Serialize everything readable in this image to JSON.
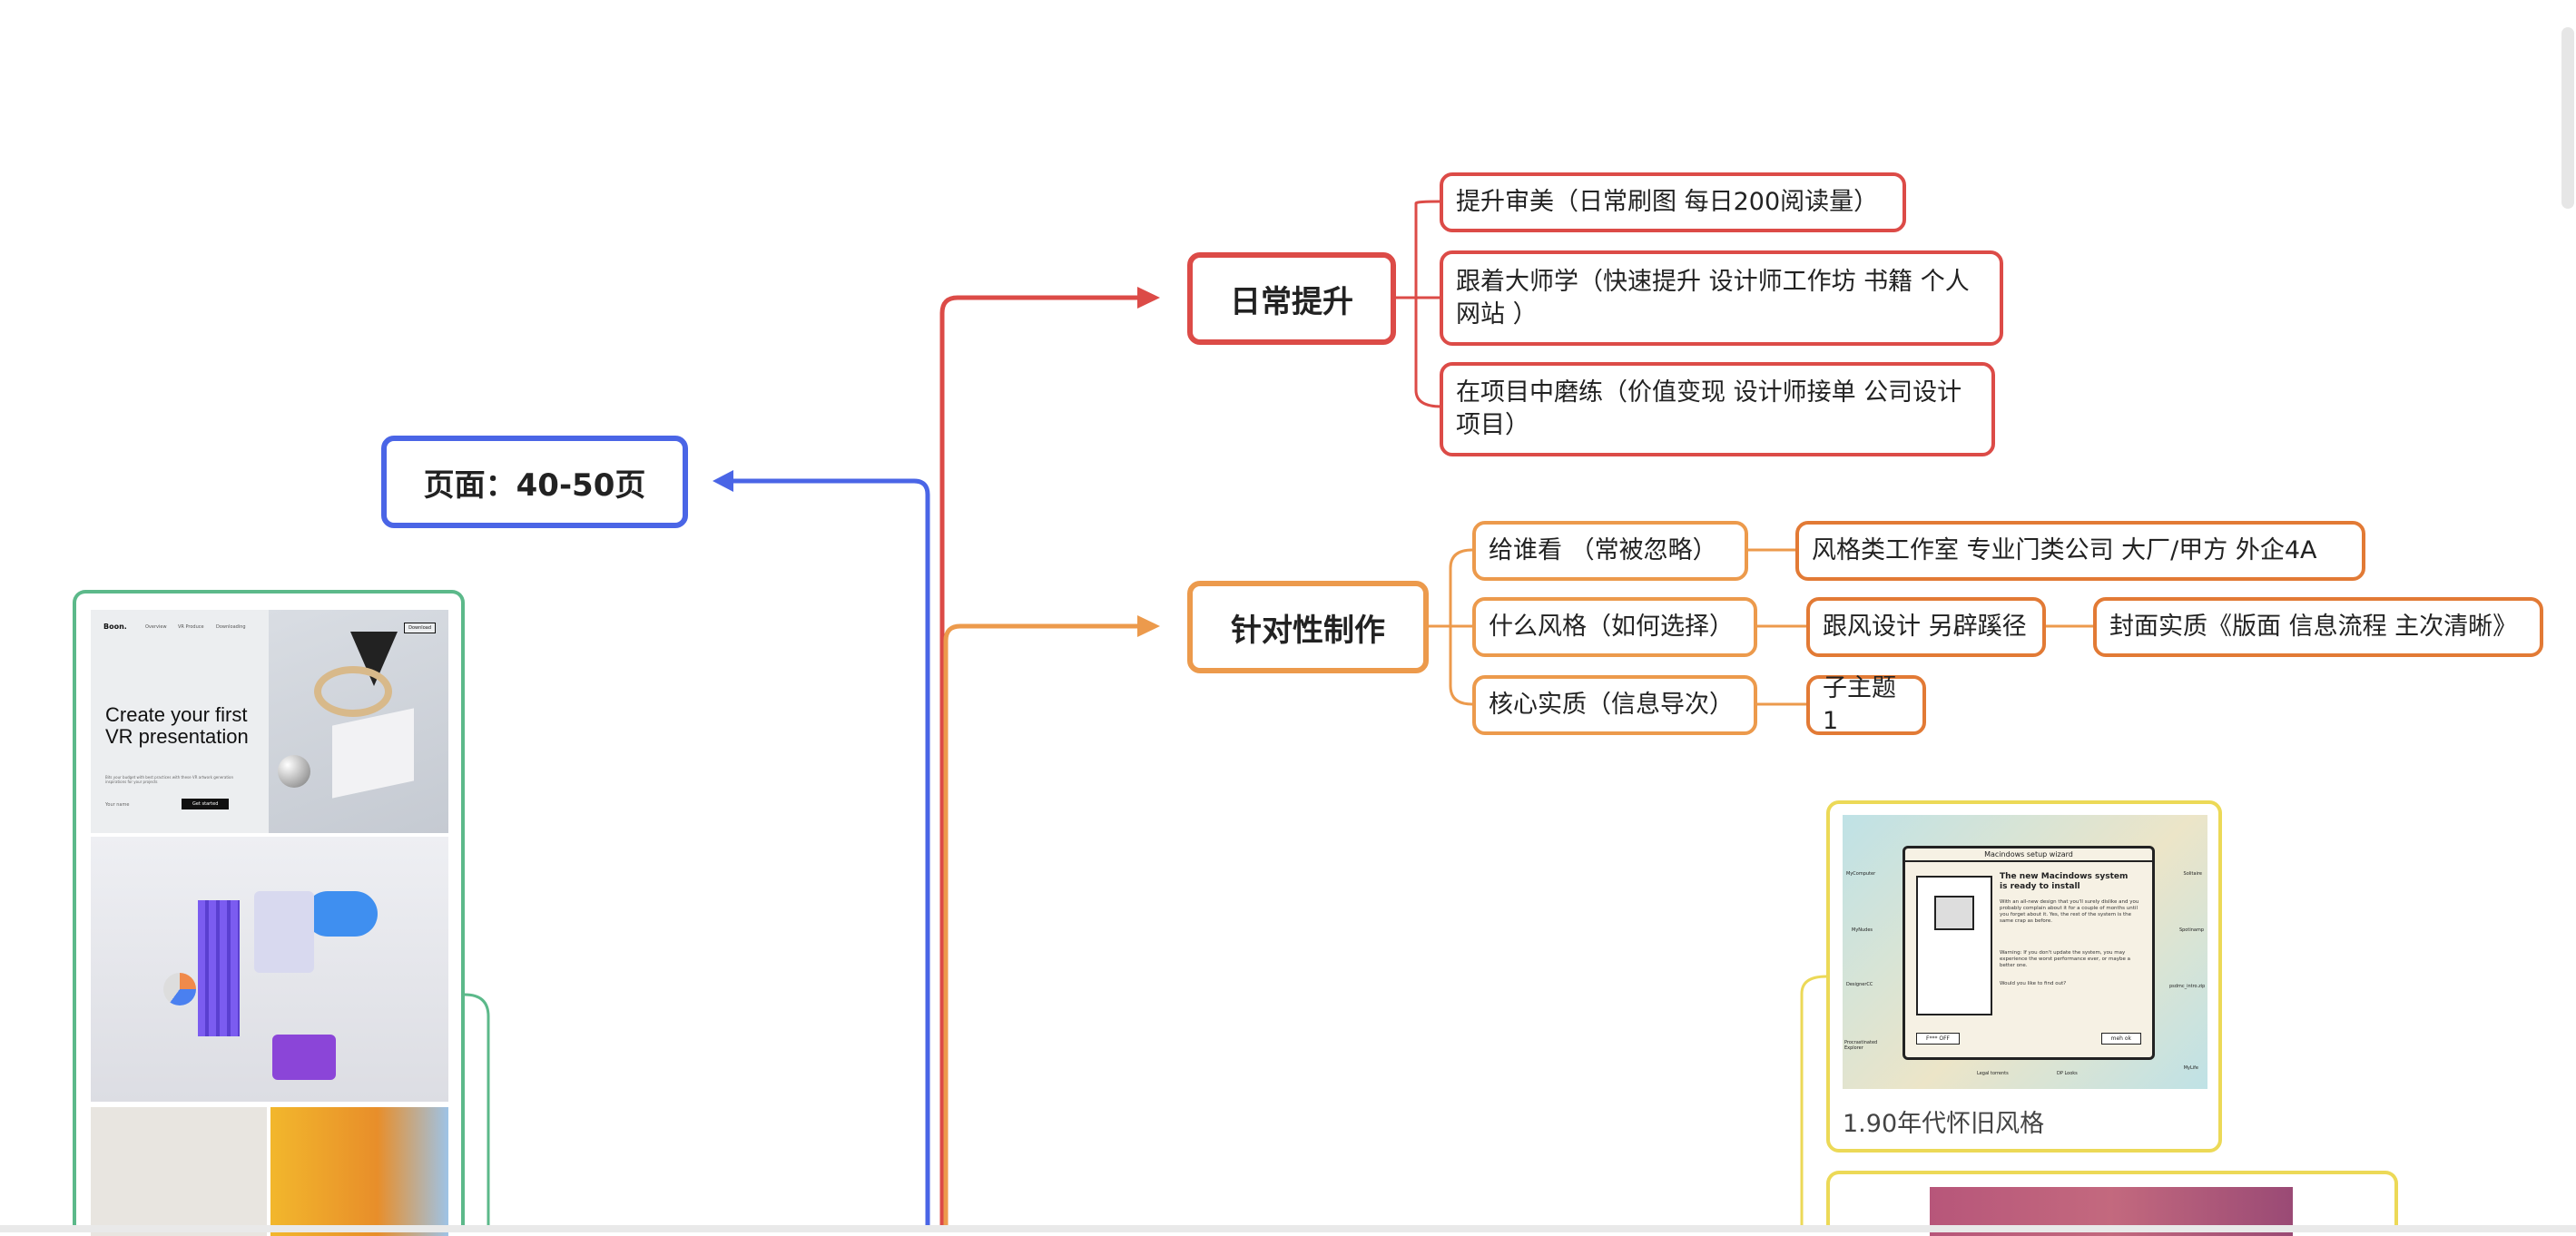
{
  "root": {
    "label": "页面：40-50页"
  },
  "branches": [
    {
      "label": "日常提升",
      "color": "#dc4b47",
      "children": [
        {
          "label": "提升审美（日常刷图 每日200阅读量）"
        },
        {
          "label": "跟着大师学（快速提升 设计师工作坊 书籍 个人网站 ）"
        },
        {
          "label": "在项目中磨练（价值变现 设计师接单 公司设计项目）"
        }
      ]
    },
    {
      "label": "针对性制作",
      "color": "#ec9a4c",
      "children": [
        {
          "label": "给谁看 （常被忽略）",
          "children": [
            {
              "label": "风格类工作室  专业门类公司 大厂/甲方  外企4A"
            }
          ]
        },
        {
          "label": "什么风格（如何选择）",
          "children": [
            {
              "label": "跟风设计 另辟蹊径",
              "children": [
                {
                  "label": "封面实质《版面 信息流程 主次清晰》"
                }
              ]
            }
          ]
        },
        {
          "label": "核心实质（信息导次）",
          "children": [
            {
              "label": "子主题 1"
            }
          ]
        }
      ]
    }
  ],
  "image_cards": [
    {
      "name": "vr-presentation-card",
      "panels": {
        "brand": "Boon.",
        "nav": [
          "Overview",
          "VR Produce",
          "Downloading"
        ],
        "button": "Download",
        "headline": "Create your first VR presentation",
        "subtext": "Bits your budget with best practices with these VR artwork generation inspirations for your projects",
        "input_placeholder": "Your name",
        "cta": "Get started"
      }
    },
    {
      "name": "retro-90s-card",
      "caption": "1.90年代怀旧风格",
      "window_title": "Macindows setup wizard",
      "heading": "The new Macindows system is ready to install",
      "body1": "With an all-new design that you'll surely dislike and you probably complain about it for a couple of months until you forget about it. Yes, the rest of the system is the same crap as before.",
      "body2": "Warning: If you don't update the system, you may experience the worst performance ever, or maybe a better one.",
      "body3": "Would you like to find out?",
      "btn_left": "F*** OFF",
      "btn_right": "meh ok",
      "desktop_icons": [
        "MyComputer",
        "MyNudes",
        "DesignerCC",
        "Procrastinated Explorer",
        "Solitaire",
        "Spotinamp",
        "psdmc_intro.zip",
        "MyLife"
      ],
      "taskbar": [
        "Legal torrents",
        "DP Looks"
      ]
    }
  ],
  "colors": {
    "root_border": "#4a65e6",
    "branch1": "#dc4b47",
    "branch2": "#ec9a4c",
    "green_card": "#5cb98a",
    "yellow_card": "#ecd957"
  }
}
